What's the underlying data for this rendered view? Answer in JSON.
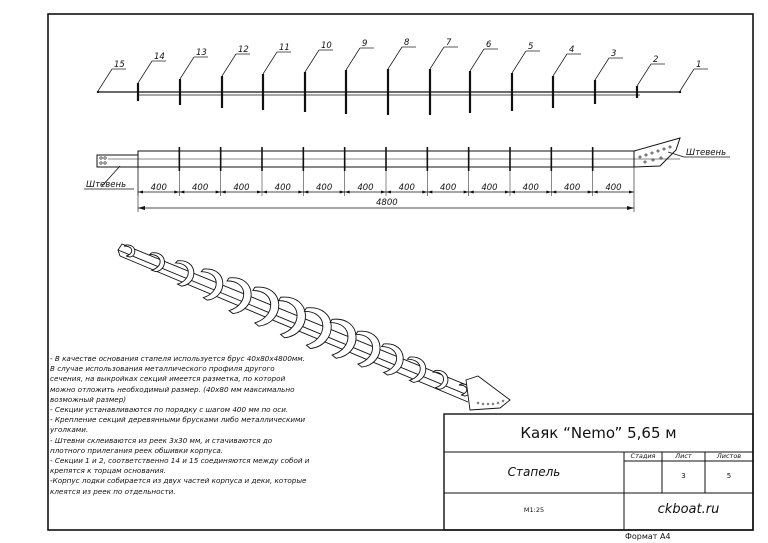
{
  "top_view": {
    "section_numbers": [
      "15",
      "14",
      "13",
      "12",
      "11",
      "10",
      "9",
      "8",
      "7",
      "6",
      "5",
      "4",
      "3",
      "2",
      "1"
    ]
  },
  "side_view": {
    "shteven_left": "Штевень",
    "shteven_right": "Штевень",
    "spacings": [
      "400",
      "400",
      "400",
      "400",
      "400",
      "400",
      "400",
      "400",
      "400",
      "400",
      "400",
      "400"
    ],
    "total_length": "4800"
  },
  "notes": [
    "- В качестве основания стапеля используется брус 40x80x4800мм.",
    "В случае использования металлического профиля другого",
    "  сечения, на выкройках секций имеется разметка, по которой",
    "  можно отложить необходимый размер. (40x80 мм максимально",
    "  возможный размер)",
    "-  Секции устанавливаются по порядку с шагом 400 мм по оси.",
    "- Крепление секций деревянными брусками либо металлическими",
    "  уголками.",
    "- Штевни склеиваются из реек 3x30 мм, и стачиваются до",
    "  плотного прилегания реек обшивки корпуса.",
    "- Секции 1 и 2, соответственно 14 и 15 соединяются между собой и",
    "  крепятся к торцам основания.",
    "-Корпус лодки собирается из двух частей корпуса и деки, которые",
    "  клеятся из реек по отдельности."
  ],
  "title_block": {
    "title": "Каяк “Nemo” 5,65 м",
    "name": "Стапель",
    "stage_header": "Стадия",
    "sheet_header": "Лист",
    "sheets_header": "Листов",
    "stage_value": "",
    "sheet_value": "3",
    "sheets_value": "5",
    "scale": "M1:25",
    "site": "ckboat.ru"
  },
  "format": "Формат А4"
}
